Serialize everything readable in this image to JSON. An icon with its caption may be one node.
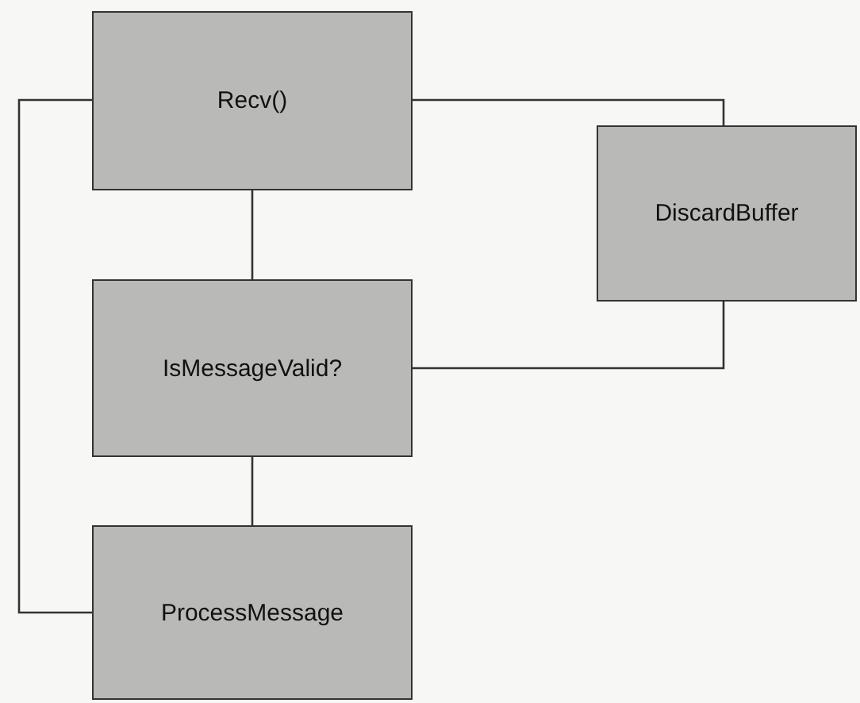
{
  "diagram": {
    "nodes": [
      {
        "text": [
          "Recv()"
        ]
      },
      {
        "text": [
          "DiscardBuffer"
        ]
      },
      {
        "text": [
          "IsMessageValid?"
        ]
      },
      {
        "text": [
          "ProcessMessage"
        ]
      }
    ],
    "edges": [
      {
        "from": 0,
        "to": 2,
        "arrow": "none"
      },
      {
        "from": 2,
        "to": 3,
        "arrow": "none"
      },
      {
        "from": 3,
        "to": 0,
        "arrow": "none"
      },
      {
        "from": 2,
        "to": 1,
        "arrow": "none"
      },
      {
        "from": 1,
        "to": 0,
        "arrow": "none"
      }
    ]
  }
}
